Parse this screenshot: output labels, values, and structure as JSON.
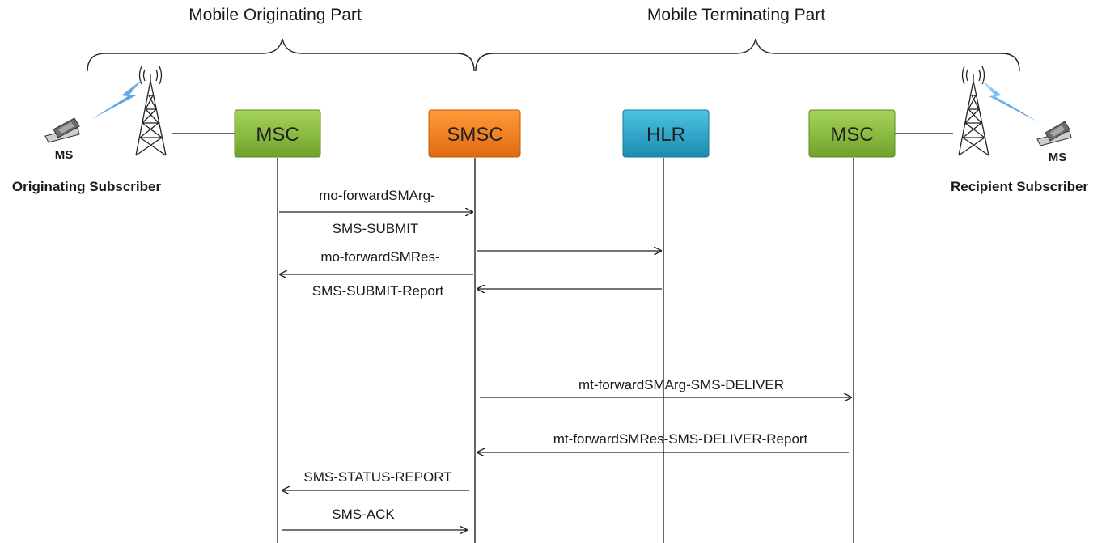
{
  "parts": {
    "originating": "Mobile Originating Part",
    "terminating": "Mobile Terminating Part"
  },
  "nodes": {
    "msc_left": {
      "label": "MSC",
      "color": "#8bbf3f"
    },
    "smsc": {
      "label": "SMSC",
      "color": "#f5821f"
    },
    "hlr": {
      "label": "HLR",
      "color": "#2aa9c9"
    },
    "msc_right": {
      "label": "MSC",
      "color": "#8bbf3f"
    }
  },
  "subscribers": {
    "left": {
      "device": "MS",
      "caption": "Originating Subscriber"
    },
    "right": {
      "device": "MS",
      "caption": "Recipient Subscriber"
    }
  },
  "messages": {
    "mo_arg_1": "mo-forwardSMArg-",
    "mo_arg_2": "SMS-SUBMIT",
    "mo_res_1": "mo-forwardSMRes-",
    "mo_res_2": "SMS-SUBMIT-Report",
    "mt_arg": "mt-forwardSMArg-SMS-DELIVER",
    "mt_res": "mt-forwardSMRes-SMS-DELIVER-Report",
    "status_report": "SMS-STATUS-REPORT",
    "ack": "SMS-ACK"
  }
}
